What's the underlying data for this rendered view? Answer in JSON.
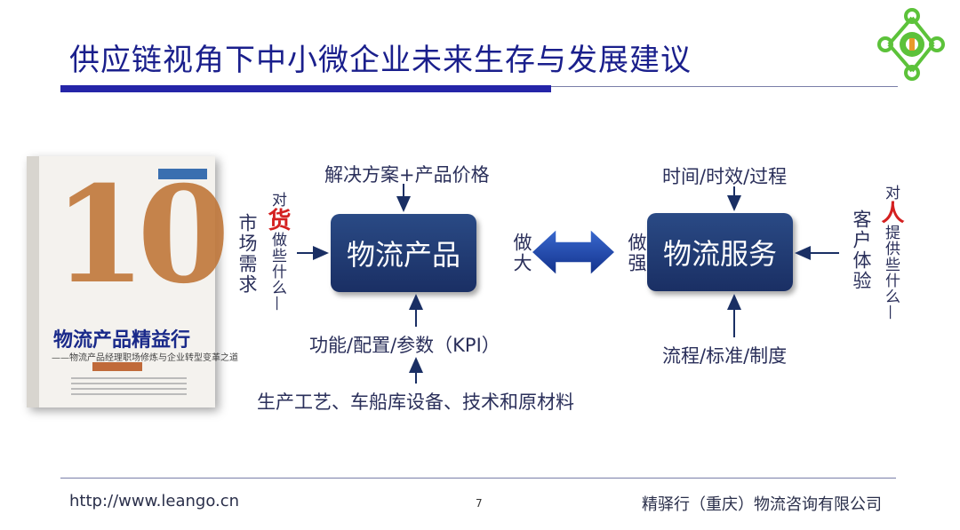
{
  "title": "供应链视角下中小微企业未来生存与发展建议",
  "book": {
    "big_number": "10",
    "title": "物流产品精益行",
    "subtitle": "——物流产品经理职场修炼与企业转型变革之道"
  },
  "left_box": {
    "label": "物流产品",
    "top_label": "解决方案+产品价格",
    "bottom_label1": "功能/配置/参数（KPI）",
    "bottom_label2": "生产工艺、车船库设备、技术和原材料",
    "side_main": "市场需求",
    "side_pre": "对",
    "side_emph": "货",
    "side_post": "做些什么—",
    "action": "做大"
  },
  "right_box": {
    "label": "物流服务",
    "top_label": "时间/时效/过程",
    "bottom_label": "流程/标准/制度",
    "side_main": "客户体验",
    "side_pre": "对",
    "side_emph": "人",
    "side_post": "提供些什么—",
    "action": "做强"
  },
  "footer": {
    "url": "http://www.leango.cn",
    "page": "7",
    "company": "精驿行（重庆）物流咨询有限公司"
  },
  "colors": {
    "title": "#1a1f8c",
    "box": "#1f3a75",
    "arrow": "#1a3fa0",
    "emphasis": "#d42020",
    "logo": "#5cc23a"
  }
}
